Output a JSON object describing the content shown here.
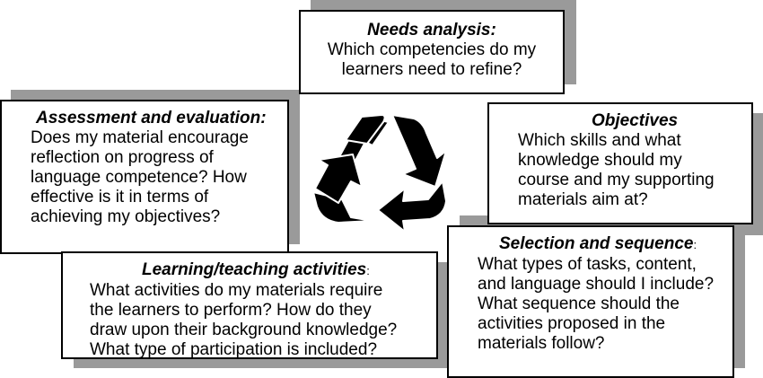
{
  "boxes": {
    "needs": {
      "title": "Needs analysis:",
      "lines": [
        "Which competencies do my",
        "learners need to refine?"
      ]
    },
    "assessment": {
      "title": "Assessment and evaluation:",
      "lines": [
        "Does my material encourage",
        "reflection on progress of",
        "language competence? How",
        "effective is it in terms of",
        "achieving my objectives?"
      ]
    },
    "objectives": {
      "title": "Objectives",
      "lines": [
        "Which skills and what",
        "knowledge should my",
        "course and my supporting",
        "materials aim at?"
      ]
    },
    "selection": {
      "title": "Selection and sequence",
      "punct": ":",
      "lines": [
        "What types of tasks, content,",
        "and language should I include?",
        "What sequence should the",
        "activities proposed in the",
        "materials follow?"
      ]
    },
    "learning": {
      "title": "Learning/teaching activities",
      "punct": ":",
      "lines": [
        "What activities do my materials require",
        "the learners to perform? How do they",
        "draw upon their background knowledge?",
        "What type of participation is included?"
      ]
    }
  },
  "icon": {
    "name": "recycle-icon",
    "color": "#000000"
  }
}
